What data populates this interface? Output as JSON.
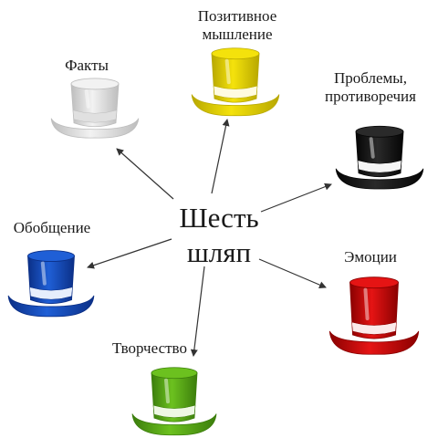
{
  "center": {
    "line1": "Шесть",
    "line2": "шляп"
  },
  "hats": [
    {
      "id": "white",
      "label_lines": [
        "Факты"
      ],
      "color": "#f2f2f2",
      "shade": "#bdbdbd",
      "band": "#e0e0e0",
      "icon": "white-hat-icon"
    },
    {
      "id": "yellow",
      "label_lines": [
        "Позитивное",
        "мышление"
      ],
      "color": "#f4e20c",
      "shade": "#b8a800",
      "band": "#fffbe0",
      "icon": "yellow-hat-icon"
    },
    {
      "id": "black",
      "label_lines": [
        "Проблемы,",
        "противоречия"
      ],
      "color": "#2a2a2a",
      "shade": "#050505",
      "band": "#f5f5f5",
      "icon": "black-hat-icon"
    },
    {
      "id": "red",
      "label_lines": [
        "Эмоции"
      ],
      "color": "#e51414",
      "shade": "#8a0000",
      "band": "#fbeaea",
      "icon": "red-hat-icon"
    },
    {
      "id": "green",
      "label_lines": [
        "Творчество"
      ],
      "color": "#6cc11f",
      "shade": "#3b7d0c",
      "band": "#eef8e4",
      "icon": "green-hat-icon"
    },
    {
      "id": "blue",
      "label_lines": [
        "Обобщение"
      ],
      "color": "#1f5fd6",
      "shade": "#0b2f86",
      "band": "#e6eefc",
      "icon": "blue-hat-icon"
    }
  ]
}
